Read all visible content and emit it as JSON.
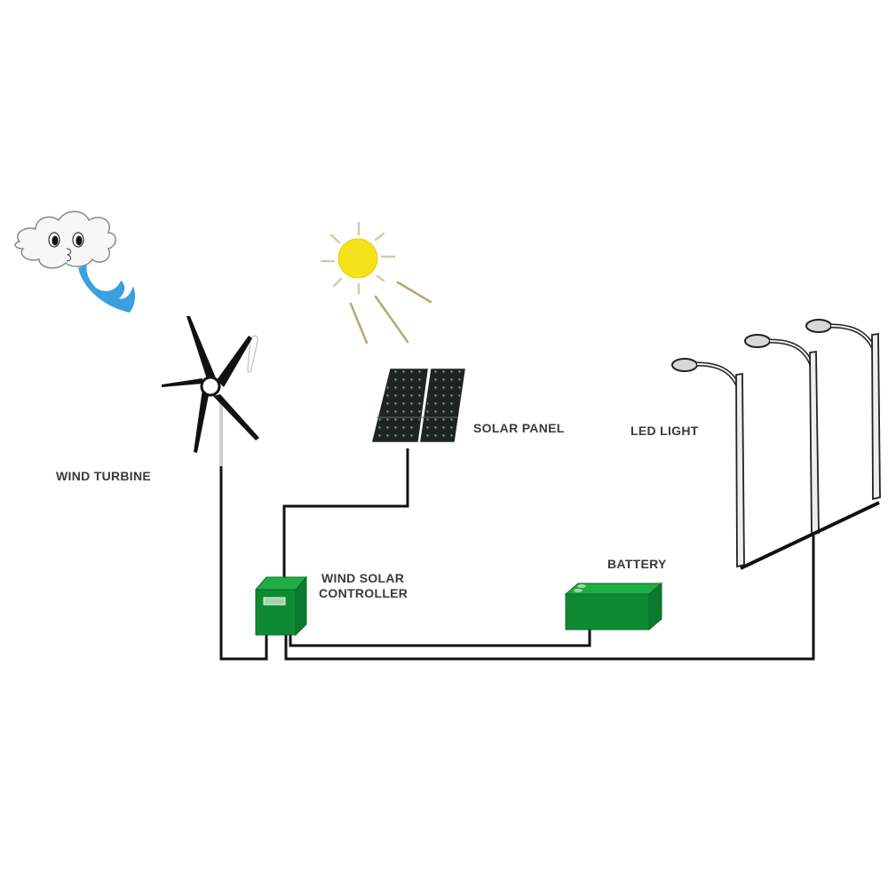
{
  "title": "Wind Solar Hybrid Street Light System",
  "labels": {
    "wind_turbine": "WIND TURBINE",
    "solar_panel": "SOLAR PANEL",
    "led_light": "LED LIGHT",
    "controller_line1": "WIND SOLAR",
    "controller_line2": "CONTROLLER",
    "battery": "BATTERY"
  },
  "components": [
    {
      "id": "wind-cloud",
      "icon": "blowing-cloud-icon"
    },
    {
      "id": "sun",
      "icon": "sun-icon"
    },
    {
      "id": "wind-turbine",
      "icon": "wind-turbine-icon",
      "blades": 5
    },
    {
      "id": "solar-panel",
      "icon": "solar-panel-icon",
      "modules": 2
    },
    {
      "id": "controller",
      "icon": "controller-box-icon"
    },
    {
      "id": "battery",
      "icon": "battery-icon"
    },
    {
      "id": "led-lights",
      "icon": "street-lamp-icon",
      "count": 3
    }
  ],
  "connections": [
    {
      "from": "wind-turbine",
      "to": "controller"
    },
    {
      "from": "solar-panel",
      "to": "controller"
    },
    {
      "from": "controller",
      "to": "battery"
    },
    {
      "from": "controller",
      "to": "led-lights"
    }
  ],
  "colors": {
    "component_green": "#0e8a33",
    "component_green_light": "#1fae45",
    "sun_yellow": "#f5e21b",
    "wind_blue": "#3aa0e0",
    "wire": "#111111",
    "panel_dark": "#1e2421",
    "label_text": "#3a3a3a"
  }
}
